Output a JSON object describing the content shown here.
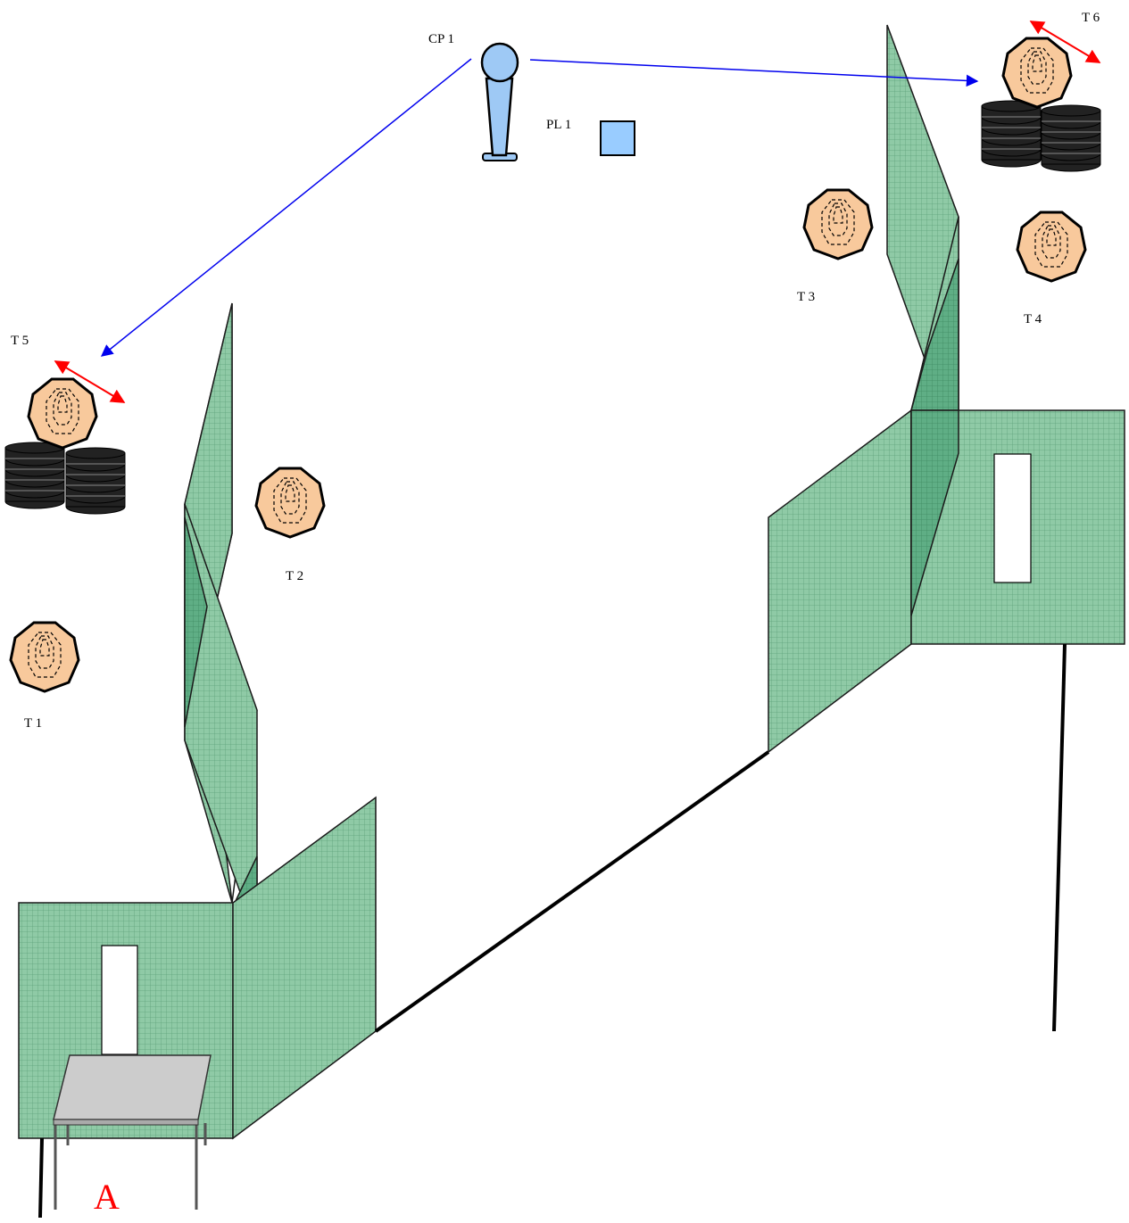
{
  "labels": {
    "cp1": "CP 1",
    "pl1": "PL 1",
    "t1": "T 1",
    "t2": "T 2",
    "t3": "T 3",
    "t4": "T 4",
    "t5": "T 5",
    "t6": "T 6",
    "start": "A"
  },
  "colors": {
    "wall_fill": "#8fcaa6",
    "wall_grid": "#5fa27b",
    "target_fill": "#f8c99c",
    "tire": "#222222",
    "arrow_blue": "#0000ee",
    "arrow_red": "#ff0000",
    "start_label": "#ff0000",
    "table_top": "#cccccc",
    "popper": "#9ec9f5",
    "plate": "#99ccff"
  },
  "icons": {
    "popper": "popper-icon",
    "plate": "plate-icon",
    "target": "octagon-target-icon",
    "tires": "tire-stack-icon",
    "table": "table-icon"
  }
}
